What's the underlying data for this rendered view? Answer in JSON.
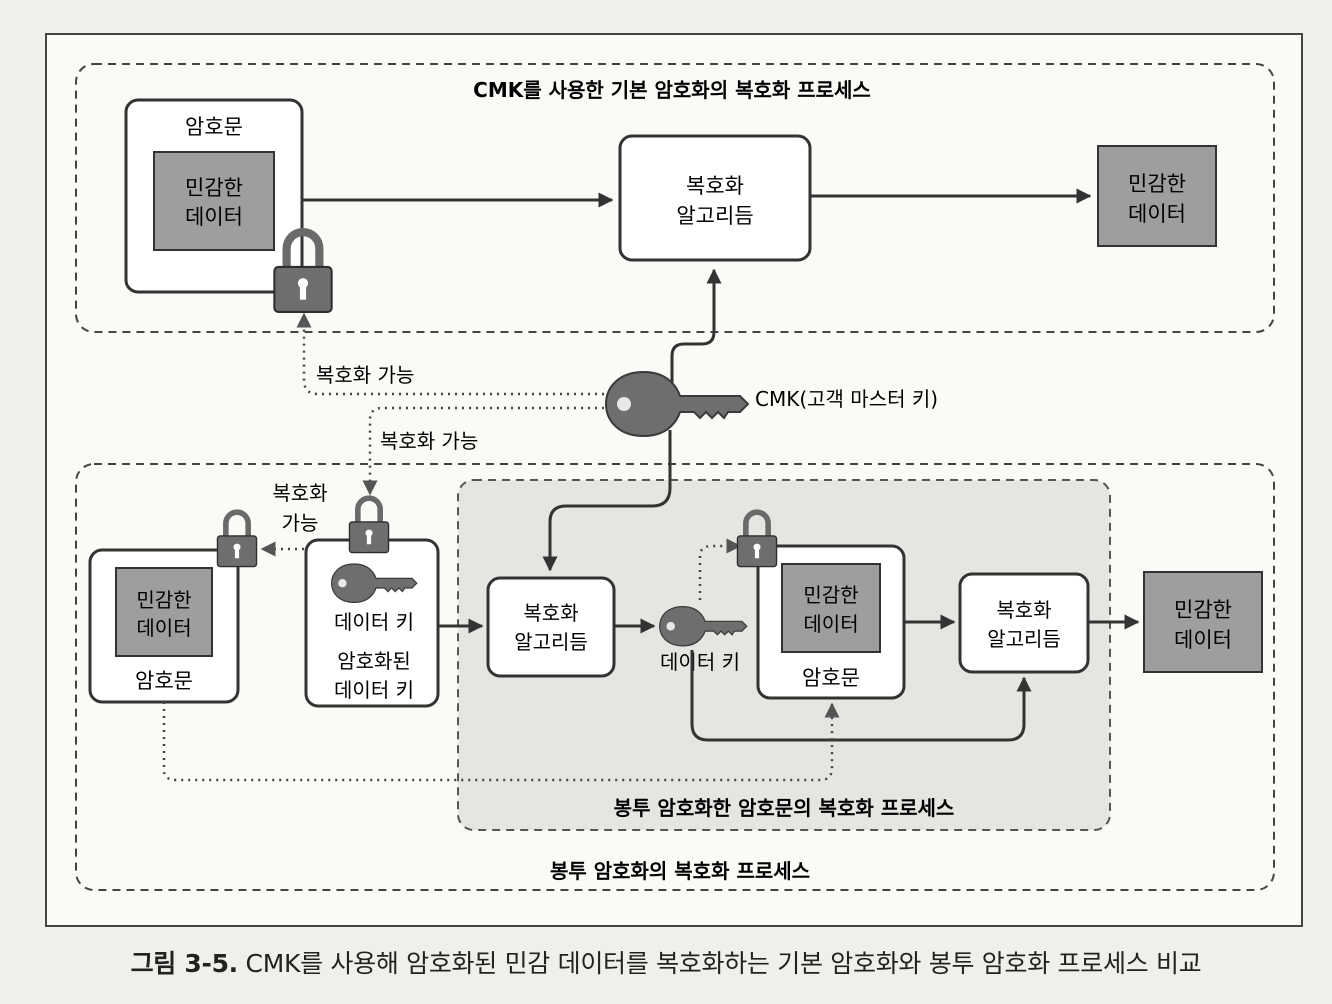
{
  "diagram": {
    "top_section_title": "CMK를 사용한 기본 암호화의 복호화 프로세스",
    "envelope_section_title": "봉투 암호화의 복호화 프로세스",
    "inner_section_title": "봉투 암호화한 암호문의 복호화 프로세스",
    "top_ciphertext_label": "암호문",
    "sensitive_data": [
      "민감한",
      "데이터"
    ],
    "decrypt_algorithm": [
      "복호화",
      "알고리듬"
    ],
    "cmk_label": "CMK(고객 마스터 키)",
    "decryptable": "복호화 가능",
    "decryptable_stacked": [
      "복호화",
      "가능"
    ],
    "data_key": "데이터 키",
    "encrypted_data_key": [
      "암호화된",
      "데이터 키"
    ],
    "ciphertext": "암호문"
  },
  "caption": {
    "number": "그림 3-5.",
    "text": "CMK를 사용해 암호화된 민감 데이터를 복호화하는 기본 암호화와 봉투 암호화 프로세스 비교"
  }
}
